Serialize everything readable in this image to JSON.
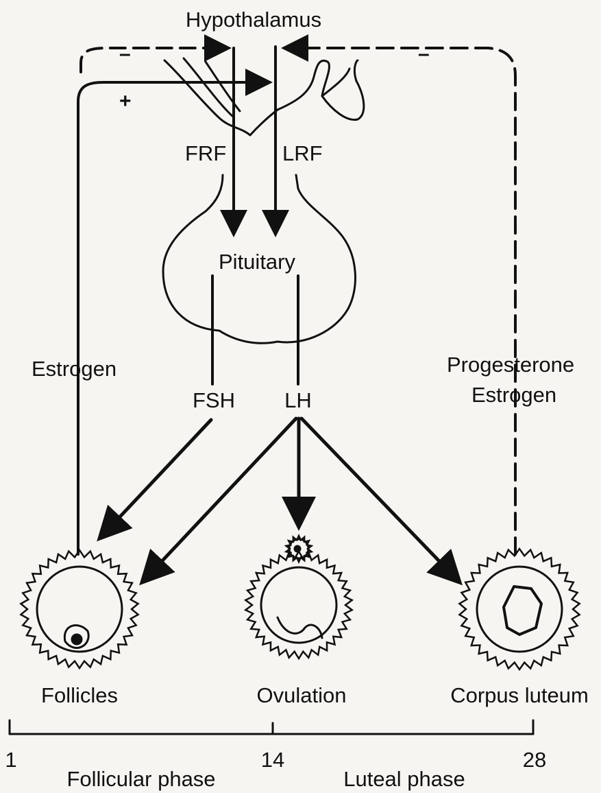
{
  "labels": {
    "hypothalamus": "Hypothalamus",
    "frf": "FRF",
    "lrf": "LRF",
    "pituitary": "Pituitary",
    "fsh": "FSH",
    "lh": "LH",
    "estrogen_left": "Estrogen",
    "progesterone": "Progesterone",
    "estrogen_right": "Estrogen",
    "follicles": "Follicles",
    "ovulation": "Ovulation",
    "corpus_luteum": "Corpus luteum"
  },
  "feedback_signs": {
    "estrogen_negative": "–",
    "estrogen_positive": "+",
    "progesterone_negative": "–"
  },
  "timeline": {
    "day_start": "1",
    "day_mid": "14",
    "day_end": "28",
    "phase_1": "Follicular phase",
    "phase_2": "Luteal phase"
  },
  "colors": {
    "ink": "#111111",
    "paper": "#f7f5f1"
  }
}
